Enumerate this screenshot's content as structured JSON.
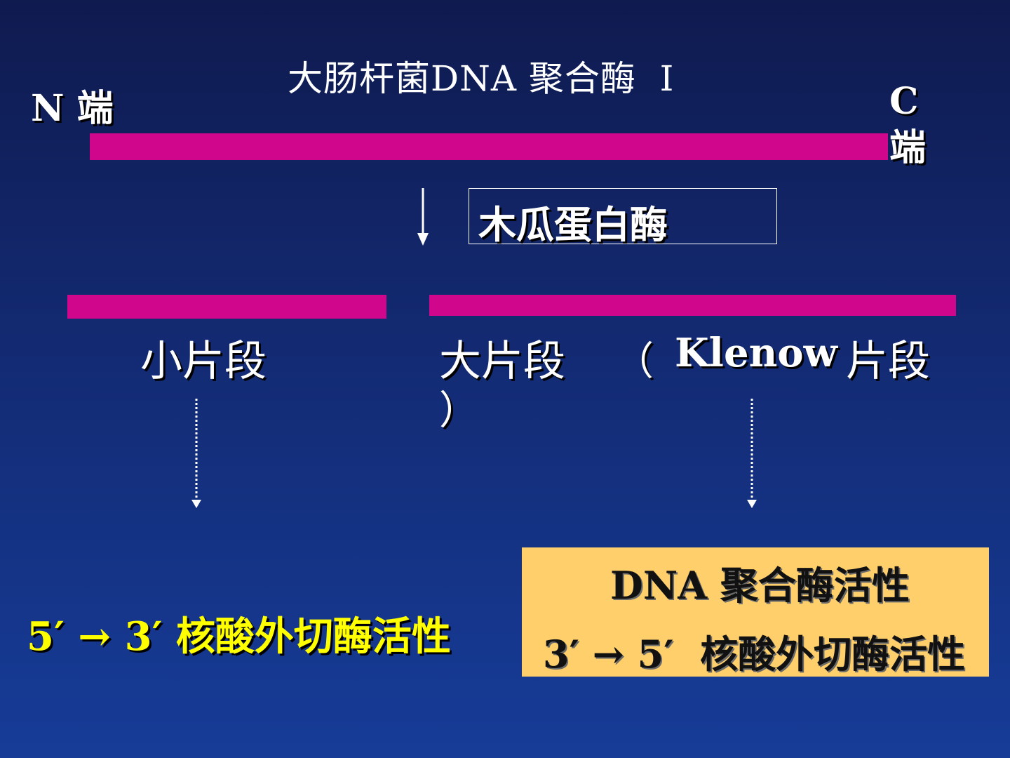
{
  "slide": {
    "title": "大肠杆菌DNA 聚合酶  I",
    "n_end": "N 端",
    "c_end": "C 端",
    "enzyme": "木瓜蛋白酶",
    "small_fragment": "小片段",
    "large_fragment": "大片段",
    "paren_open": "（",
    "klenow": "Klenow",
    "large_suffix": "片段",
    "paren_close": "）",
    "small_activity": "5′ → 3′ 核酸外切酶活性",
    "large_activity_1": "DNA 聚合酶活性",
    "large_activity_2": "3′ → 5′  核酸外切酶活性"
  },
  "colors": {
    "bar": "#d0068d",
    "highlight_text": "#ffff00",
    "activity_box": "#ffcf6b"
  }
}
